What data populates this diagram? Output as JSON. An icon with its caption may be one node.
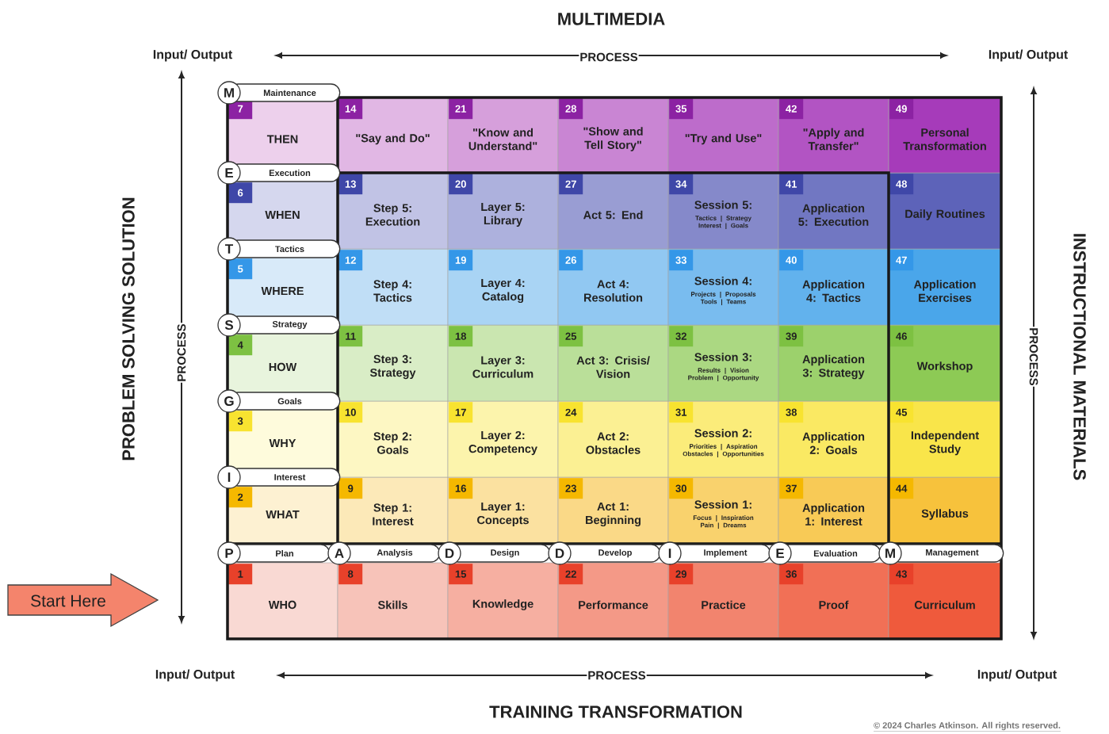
{
  "diagram": {
    "nodes": [
      {
        "text": [
          "1",
          "WHO"
        ]
      },
      {
        "text": [
          "2",
          "WHAT"
        ]
      },
      {
        "text": [
          "3",
          "WHY"
        ]
      },
      {
        "text": [
          "4",
          "HOW"
        ]
      },
      {
        "text": [
          "5",
          "WHERE"
        ]
      },
      {
        "text": [
          "6",
          "WHEN"
        ]
      },
      {
        "text": [
          "7",
          "THEN"
        ]
      },
      {
        "text": [
          "8",
          "Skills"
        ]
      },
      {
        "text": [
          "9",
          "Step 1: Interest"
        ]
      },
      {
        "text": [
          "10",
          "Step 2: Goals"
        ]
      },
      {
        "text": [
          "11",
          "Step 3: Strategy"
        ]
      },
      {
        "text": [
          "12",
          "Step 4: Tactics"
        ]
      },
      {
        "text": [
          "13",
          "Step 5: Execution"
        ]
      },
      {
        "text": [
          "14",
          "\"Say and Do\""
        ]
      },
      {
        "text": [
          "15",
          "Knowledge"
        ]
      },
      {
        "text": [
          "16",
          "Layer 1: Concepts"
        ]
      },
      {
        "text": [
          "17",
          "Layer 2: Competency"
        ]
      },
      {
        "text": [
          "18",
          "Layer 3: Curriculum"
        ]
      },
      {
        "text": [
          "19",
          "Layer 4: Catalog"
        ]
      },
      {
        "text": [
          "20",
          "Layer 5: Library"
        ]
      },
      {
        "text": [
          "21",
          "\"Know and Understand\""
        ]
      },
      {
        "text": [
          "22",
          "Performance"
        ]
      },
      {
        "text": [
          "23",
          "Act 1: Beginning"
        ]
      },
      {
        "text": [
          "24",
          "Act 2: Obstacles"
        ]
      },
      {
        "text": [
          "25",
          "Act 3: Crisis/ Vision"
        ]
      },
      {
        "text": [
          "26",
          "Act 4: Resolution"
        ]
      },
      {
        "text": [
          "27",
          "Act 5: End"
        ]
      },
      {
        "text": [
          "28",
          "\"Show and Tell Story\""
        ]
      },
      {
        "text": [
          "29",
          "Practice"
        ]
      },
      {
        "text": [
          "30",
          "Session 1:",
          "Focus | Inspiration Pain | Dreams"
        ]
      },
      {
        "text": [
          "31",
          "Session 2:",
          "Priorities | Aspiration Obstacles | Opportunities"
        ]
      },
      {
        "text": [
          "32",
          "Session 3:",
          "Results | Vision Problem | Opportunity"
        ]
      },
      {
        "text": [
          "33",
          "Session 4:",
          "Projects | Proposals Tools | Teams"
        ]
      },
      {
        "text": [
          "34",
          "Session 5:",
          "Tactics | Strategy Interest | Goals"
        ]
      },
      {
        "text": [
          "35",
          "\"Try and Use\""
        ]
      },
      {
        "text": [
          "36",
          "Proof"
        ]
      },
      {
        "text": [
          "37",
          "Application 1: Interest"
        ]
      },
      {
        "text": [
          "38",
          "Application 2: Goals"
        ]
      },
      {
        "text": [
          "39",
          "Application 3: Strategy"
        ]
      },
      {
        "text": [
          "40",
          "Application 4: Tactics"
        ]
      },
      {
        "text": [
          "41",
          "Application 5: Execution"
        ]
      },
      {
        "text": [
          "42",
          "\"Apply and Transfer\""
        ]
      },
      {
        "text": [
          "43",
          "Curriculum"
        ]
      },
      {
        "text": [
          "44",
          "Syllabus"
        ]
      },
      {
        "text": [
          "45",
          "Independent Study"
        ]
      },
      {
        "text": [
          "46",
          "Workshop"
        ]
      },
      {
        "text": [
          "47",
          "Application Exercises"
        ]
      },
      {
        "text": [
          "48",
          "Daily Routines"
        ]
      },
      {
        "text": [
          "49",
          "Personal Transformation"
        ]
      },
      {
        "text": [
          "M",
          "Maintenance"
        ]
      },
      {
        "text": [
          "E",
          "Execution"
        ]
      },
      {
        "text": [
          "T",
          "Tactics"
        ]
      },
      {
        "text": [
          "S",
          "Strategy"
        ]
      },
      {
        "text": [
          "G",
          "Goals"
        ]
      },
      {
        "text": [
          "I",
          "Interest"
        ]
      },
      {
        "text": [
          "P",
          "Plan"
        ]
      },
      {
        "text": [
          "A",
          "Analysis"
        ]
      },
      {
        "text": [
          "D",
          "Design"
        ]
      },
      {
        "text": [
          "D",
          "Develop"
        ]
      },
      {
        "text": [
          "I",
          "Implement"
        ]
      },
      {
        "text": [
          "E",
          "Evaluation"
        ]
      },
      {
        "text": [
          "M",
          "Management"
        ]
      },
      {
        "text": [
          "Start Here"
        ]
      }
    ],
    "labels": [
      "MULTIMEDIA",
      "Input/ Output",
      "PROCESS",
      "Input/ Output",
      "PROBLEM SOLVING SOLUTION",
      "PROCESS",
      "PROCESS",
      "INSTRUCTIONAL MATERIALS",
      "Input/ Output",
      "PROCESS",
      "Input/ Output",
      "TRAINING TRANSFORMATION",
      "© 2024 Charles Atkinson. All rights reserved."
    ]
  }
}
